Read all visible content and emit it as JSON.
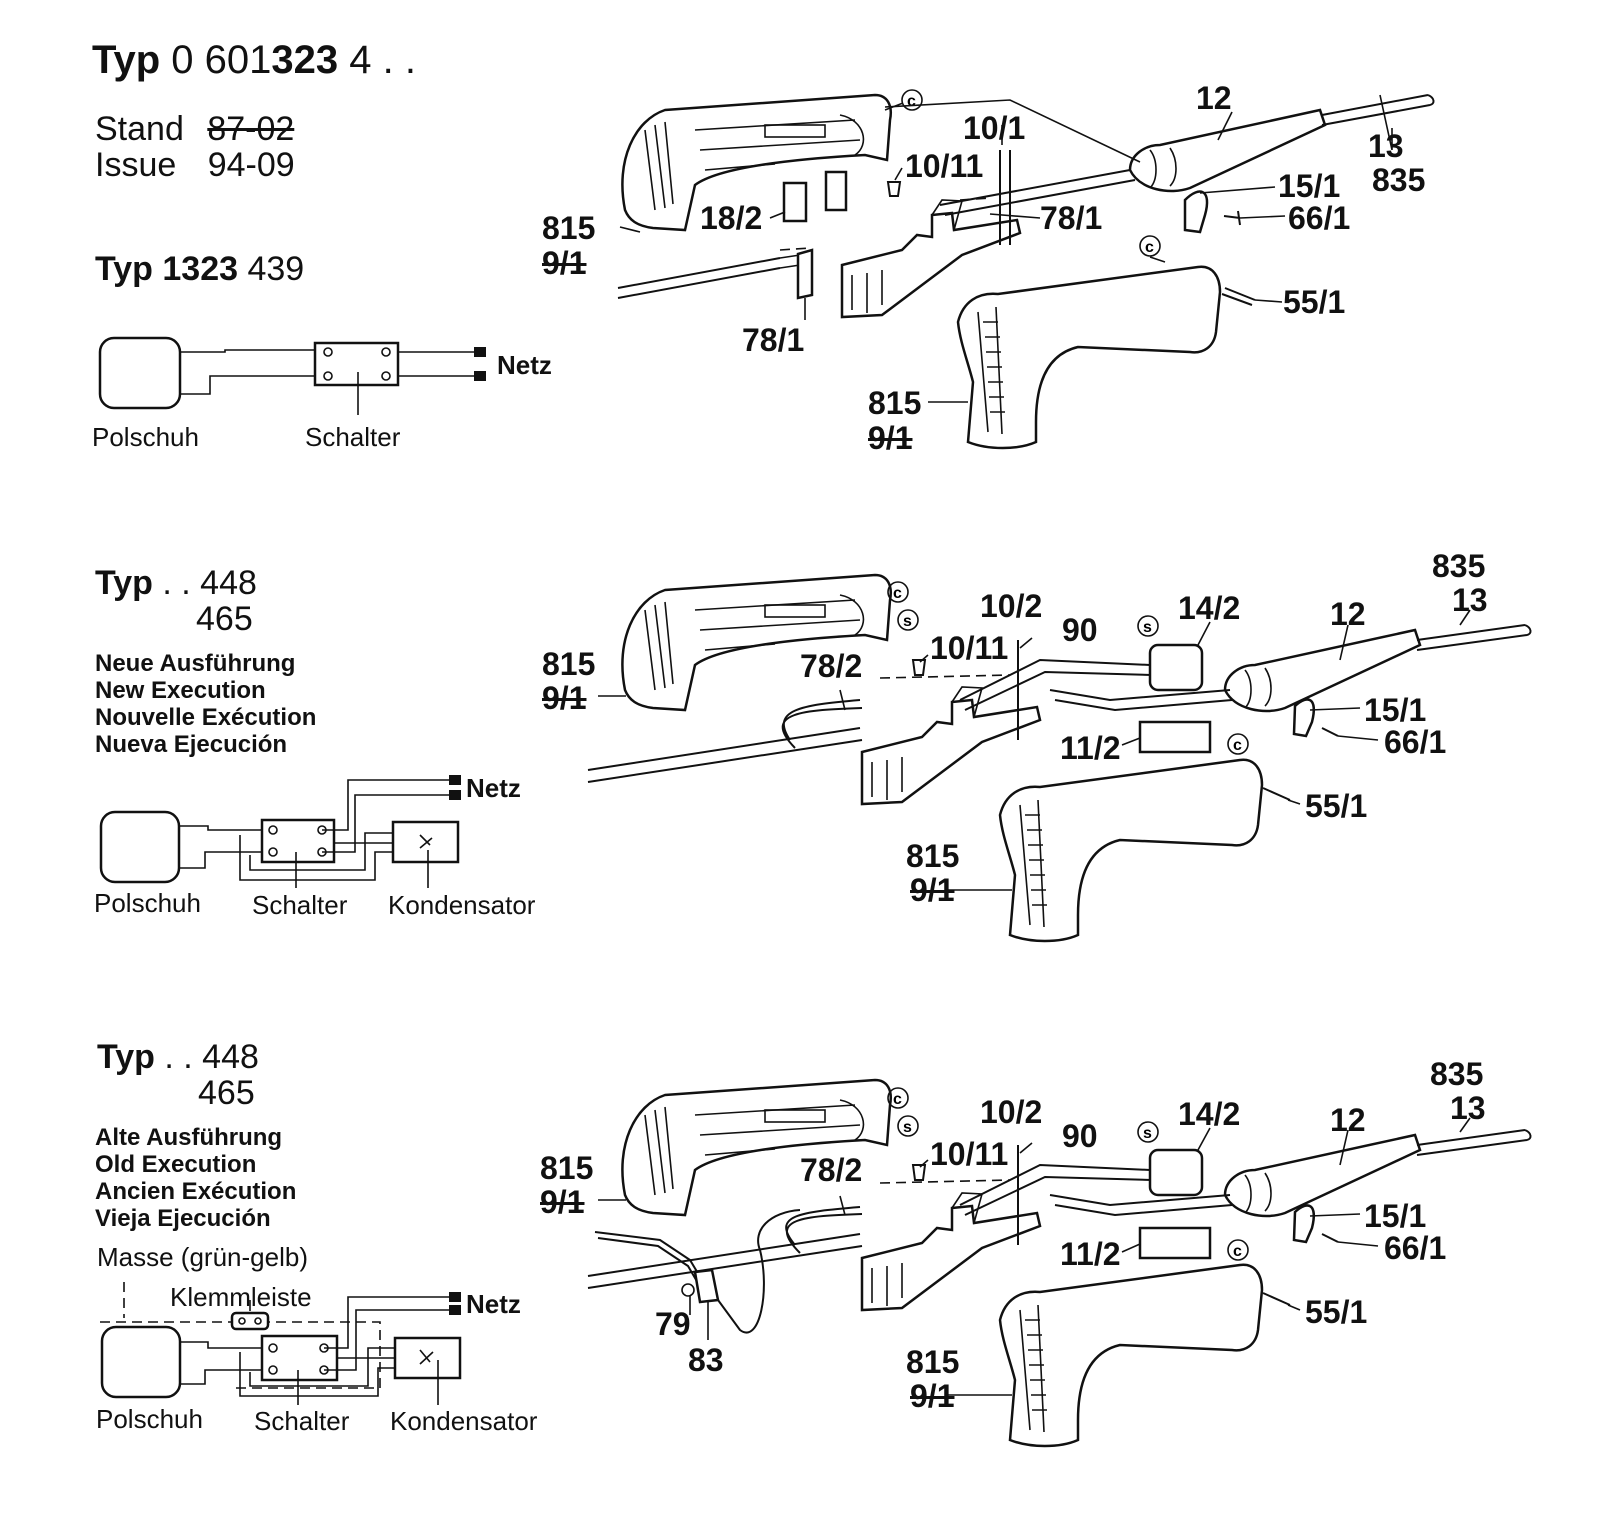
{
  "header": {
    "typ_word": "Typ",
    "typ_number_a": "0 601",
    "typ_number_b": "323",
    "typ_number_c": "4 . .",
    "stand_label": "Stand",
    "stand_value": "87-02",
    "issue_label": "Issue",
    "issue_value": "94-09"
  },
  "section1": {
    "typ_word": "Typ",
    "typ_bold": "1323",
    "typ_rest": "439",
    "circuit": {
      "netz": "Netz",
      "polschuh": "Polschuh",
      "schalter": "Schalter"
    },
    "labels": {
      "p12": "12",
      "p13": "13",
      "p835": "835",
      "p10_1": "10/1",
      "p10_11": "10/11",
      "p15_1": "15/1",
      "p66_1": "66/1",
      "p18_2": "18/2",
      "p78_1a": "78/1",
      "p78_1b": "78/1",
      "p55_1": "55/1",
      "p815a": "815",
      "p9_1a": "9/1",
      "p815b": "815",
      "p9_1b": "9/1"
    }
  },
  "section2": {
    "typ_word": "Typ",
    "typ_line1": ". . 448",
    "typ_line2": "465",
    "execution": [
      "Neue Ausführung",
      "New Execution",
      "Nouvelle Exécution",
      "Nueva Ejecución"
    ],
    "circuit": {
      "netz": "Netz",
      "polschuh": "Polschuh",
      "schalter": "Schalter",
      "kondensator": "Kondensator"
    },
    "labels": {
      "p835": "835",
      "p13": "13",
      "p12": "12",
      "p10_2": "10/2",
      "p90": "90",
      "p14_2": "14/2",
      "p10_11": "10/11",
      "p78_2": "78/2",
      "p15_1": "15/1",
      "p66_1": "66/1",
      "p11_2": "11/2",
      "p55_1": "55/1",
      "p815a": "815",
      "p9_1a": "9/1",
      "p815b": "815",
      "p9_1b": "9/1"
    }
  },
  "section3": {
    "typ_word": "Typ",
    "typ_line1": ". . 448",
    "typ_line2": "465",
    "execution": [
      "Alte Ausführung",
      "Old Execution",
      "Ancien Exécution",
      "Vieja Ejecución"
    ],
    "circuit": {
      "masse": "Masse (grün-gelb)",
      "klemmleiste": "Klemmleiste",
      "netz": "Netz",
      "polschuh": "Polschuh",
      "schalter": "Schalter",
      "kondensator": "Kondensator"
    },
    "labels": {
      "p835": "835",
      "p13": "13",
      "p12": "12",
      "p10_2": "10/2",
      "p90": "90",
      "p14_2": "14/2",
      "p10_11": "10/11",
      "p78_2": "78/2",
      "p15_1": "15/1",
      "p66_1": "66/1",
      "p11_2": "11/2",
      "p55_1": "55/1",
      "p815a": "815",
      "p9_1a": "9/1",
      "p815b": "815",
      "p9_1b": "9/1",
      "p79": "79",
      "p83": "83"
    }
  },
  "symbols": {
    "c": "c",
    "s": "s"
  }
}
